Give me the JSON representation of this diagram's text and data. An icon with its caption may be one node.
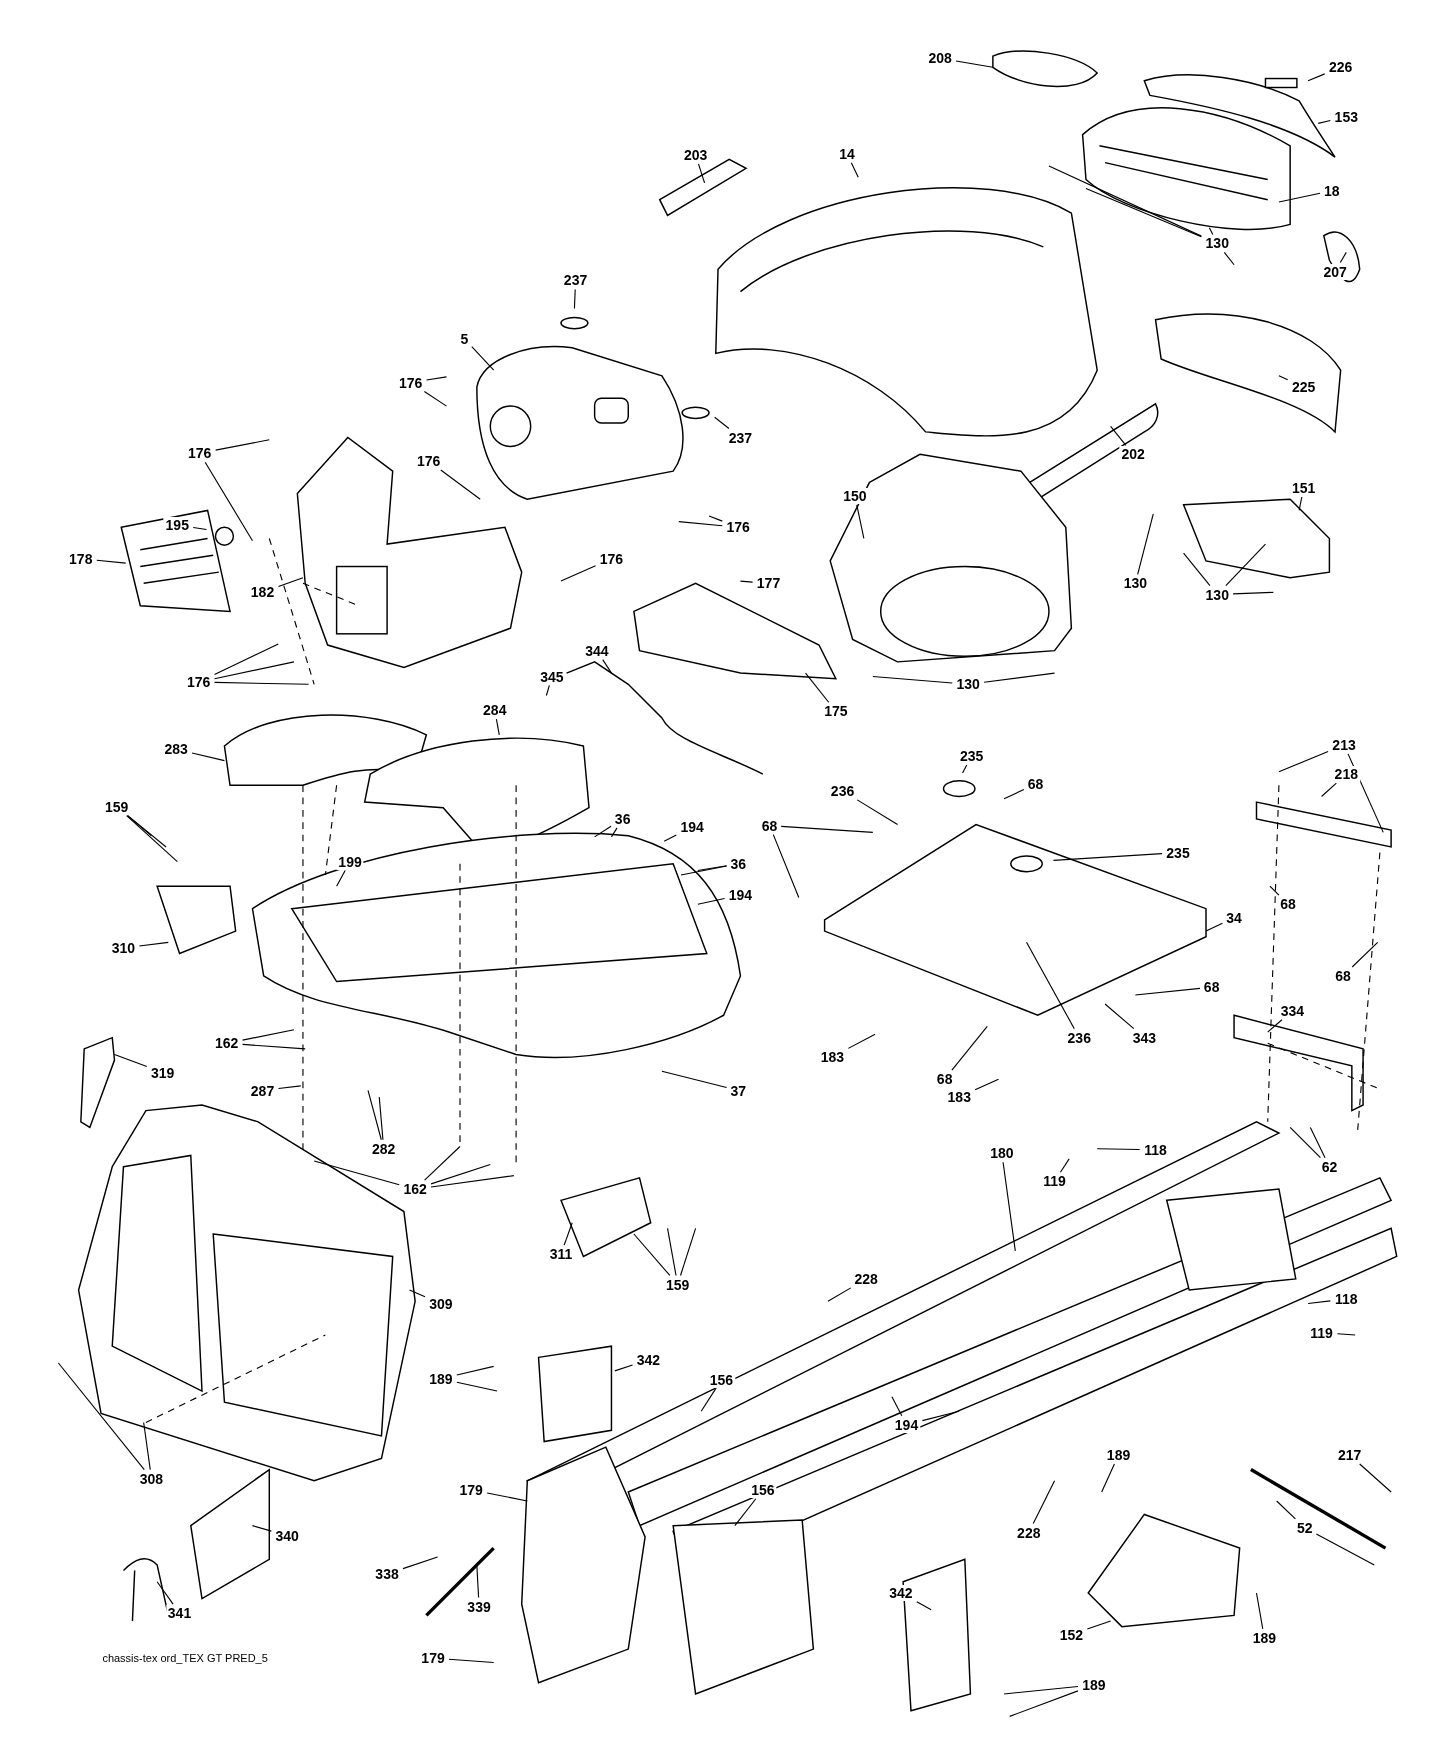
{
  "diagram": {
    "nodes": [
      {
        "text": [
          "208"
        ]
      },
      {
        "text": [
          "226"
        ]
      },
      {
        "text": [
          "153"
        ]
      },
      {
        "text": [
          "203"
        ]
      },
      {
        "text": [
          "14"
        ]
      },
      {
        "text": [
          "18"
        ]
      },
      {
        "text": [
          "130"
        ]
      },
      {
        "text": [
          "207"
        ]
      },
      {
        "text": [
          "237"
        ]
      },
      {
        "text": [
          "5"
        ]
      },
      {
        "text": [
          "176"
        ]
      },
      {
        "text": [
          "225"
        ]
      },
      {
        "text": [
          "237"
        ]
      },
      {
        "text": [
          "176"
        ]
      },
      {
        "text": [
          "202"
        ]
      },
      {
        "text": [
          "176"
        ]
      },
      {
        "text": [
          "150"
        ]
      },
      {
        "text": [
          "151"
        ]
      },
      {
        "text": [
          "195"
        ]
      },
      {
        "text": [
          "176"
        ]
      },
      {
        "text": [
          "178"
        ]
      },
      {
        "text": [
          "176"
        ]
      },
      {
        "text": [
          "130"
        ]
      },
      {
        "text": [
          "177"
        ]
      },
      {
        "text": [
          "182"
        ]
      },
      {
        "text": [
          "130"
        ]
      },
      {
        "text": [
          "344"
        ]
      },
      {
        "text": [
          "176"
        ]
      },
      {
        "text": [
          "345"
        ]
      },
      {
        "text": [
          "130"
        ]
      },
      {
        "text": [
          "175"
        ]
      },
      {
        "text": [
          "284"
        ]
      },
      {
        "text": [
          "213"
        ]
      },
      {
        "text": [
          "283"
        ]
      },
      {
        "text": [
          "235"
        ]
      },
      {
        "text": [
          "218"
        ]
      },
      {
        "text": [
          "68"
        ]
      },
      {
        "text": [
          "236"
        ]
      },
      {
        "text": [
          "159"
        ]
      },
      {
        "text": [
          "36"
        ]
      },
      {
        "text": [
          "194"
        ]
      },
      {
        "text": [
          "68"
        ]
      },
      {
        "text": [
          "235"
        ]
      },
      {
        "text": [
          "199"
        ]
      },
      {
        "text": [
          "36"
        ]
      },
      {
        "text": [
          "194"
        ]
      },
      {
        "text": [
          "68"
        ]
      },
      {
        "text": [
          "34"
        ]
      },
      {
        "text": [
          "310"
        ]
      },
      {
        "text": [
          "68"
        ]
      },
      {
        "text": [
          "68"
        ]
      },
      {
        "text": [
          "334"
        ]
      },
      {
        "text": [
          "236"
        ]
      },
      {
        "text": [
          "343"
        ]
      },
      {
        "text": [
          "162"
        ]
      },
      {
        "text": [
          "183"
        ]
      },
      {
        "text": [
          "319"
        ]
      },
      {
        "text": [
          "68"
        ]
      },
      {
        "text": [
          "287"
        ]
      },
      {
        "text": [
          "37"
        ]
      },
      {
        "text": [
          "183"
        ]
      },
      {
        "text": [
          "282"
        ]
      },
      {
        "text": [
          "118"
        ]
      },
      {
        "text": [
          "180"
        ]
      },
      {
        "text": [
          "62"
        ]
      },
      {
        "text": [
          "119"
        ]
      },
      {
        "text": [
          "162"
        ]
      },
      {
        "text": [
          "311"
        ]
      },
      {
        "text": [
          "228"
        ]
      },
      {
        "text": [
          "159"
        ]
      },
      {
        "text": [
          "118"
        ]
      },
      {
        "text": [
          "309"
        ]
      },
      {
        "text": [
          "119"
        ]
      },
      {
        "text": [
          "342"
        ]
      },
      {
        "text": [
          "189"
        ]
      },
      {
        "text": [
          "156"
        ]
      },
      {
        "text": [
          "194"
        ]
      },
      {
        "text": [
          "189"
        ]
      },
      {
        "text": [
          "217"
        ]
      },
      {
        "text": [
          "308"
        ]
      },
      {
        "text": [
          "179"
        ]
      },
      {
        "text": [
          "156"
        ]
      },
      {
        "text": [
          "52"
        ]
      },
      {
        "text": [
          "228"
        ]
      },
      {
        "text": [
          "340"
        ]
      },
      {
        "text": [
          "338"
        ]
      },
      {
        "text": [
          "342"
        ]
      },
      {
        "text": [
          "339"
        ]
      },
      {
        "text": [
          "341"
        ]
      },
      {
        "text": [
          "152"
        ]
      },
      {
        "text": [
          "189"
        ]
      },
      {
        "text": [
          "179"
        ]
      },
      {
        "text": [
          "189"
        ]
      }
    ],
    "edges": [
      {
        "from": 0,
        "to": null,
        "arrow": "none"
      },
      {
        "from": 1,
        "to": null,
        "arrow": "none"
      },
      {
        "from": 2,
        "to": null,
        "arrow": "none"
      },
      {
        "from": 3,
        "to": null,
        "arrow": "none"
      },
      {
        "from": 4,
        "to": null,
        "arrow": "none"
      },
      {
        "from": 5,
        "to": null,
        "arrow": "none"
      },
      {
        "from": 6,
        "to": null,
        "arrow": "none"
      },
      {
        "from": 6,
        "to": null,
        "arrow": "none"
      },
      {
        "from": 6,
        "to": null,
        "arrow": "none"
      },
      {
        "from": 6,
        "to": null,
        "arrow": "none"
      },
      {
        "from": 7,
        "to": null,
        "arrow": "none"
      },
      {
        "from": 8,
        "to": null,
        "arrow": "none"
      },
      {
        "from": 9,
        "to": null,
        "arrow": "none"
      },
      {
        "from": 10,
        "to": null,
        "arrow": "none"
      },
      {
        "from": 10,
        "to": null,
        "arrow": "none"
      },
      {
        "from": 11,
        "to": null,
        "arrow": "none"
      },
      {
        "from": 12,
        "to": null,
        "arrow": "none"
      },
      {
        "from": 13,
        "to": null,
        "arrow": "none"
      },
      {
        "from": 13,
        "to": null,
        "arrow": "none"
      },
      {
        "from": 14,
        "to": null,
        "arrow": "none"
      },
      {
        "from": 15,
        "to": null,
        "arrow": "none"
      },
      {
        "from": 16,
        "to": null,
        "arrow": "none"
      },
      {
        "from": 17,
        "to": null,
        "arrow": "none"
      },
      {
        "from": 18,
        "to": null,
        "arrow": "none"
      },
      {
        "from": 19,
        "to": null,
        "arrow": "none"
      },
      {
        "from": 19,
        "to": null,
        "arrow": "none"
      },
      {
        "from": 20,
        "to": null,
        "arrow": "none"
      },
      {
        "from": 21,
        "to": null,
        "arrow": "none"
      },
      {
        "from": 22,
        "to": null,
        "arrow": "none"
      },
      {
        "from": 23,
        "to": null,
        "arrow": "none"
      },
      {
        "from": 24,
        "to": null,
        "arrow": "none"
      },
      {
        "from": 25,
        "to": null,
        "arrow": "none"
      },
      {
        "from": 25,
        "to": null,
        "arrow": "none"
      },
      {
        "from": 25,
        "to": null,
        "arrow": "none"
      },
      {
        "from": 26,
        "to": null,
        "arrow": "none"
      },
      {
        "from": 27,
        "to": null,
        "arrow": "none"
      },
      {
        "from": 27,
        "to": null,
        "arrow": "none"
      },
      {
        "from": 27,
        "to": null,
        "arrow": "none"
      },
      {
        "from": 28,
        "to": null,
        "arrow": "none"
      },
      {
        "from": 29,
        "to": null,
        "arrow": "none"
      },
      {
        "from": 29,
        "to": null,
        "arrow": "none"
      },
      {
        "from": 30,
        "to": null,
        "arrow": "none"
      },
      {
        "from": 31,
        "to": null,
        "arrow": "none"
      },
      {
        "from": 32,
        "to": null,
        "arrow": "none"
      },
      {
        "from": 32,
        "to": null,
        "arrow": "none"
      },
      {
        "from": 33,
        "to": null,
        "arrow": "none"
      },
      {
        "from": 34,
        "to": null,
        "arrow": "none"
      },
      {
        "from": 35,
        "to": null,
        "arrow": "none"
      },
      {
        "from": 36,
        "to": null,
        "arrow": "none"
      },
      {
        "from": 37,
        "to": null,
        "arrow": "none"
      },
      {
        "from": 38,
        "to": null,
        "arrow": "none"
      },
      {
        "from": 38,
        "to": null,
        "arrow": "none"
      },
      {
        "from": 38,
        "to": null,
        "arrow": "none"
      },
      {
        "from": 39,
        "to": null,
        "arrow": "none"
      },
      {
        "from": 39,
        "to": null,
        "arrow": "none"
      },
      {
        "from": 40,
        "to": null,
        "arrow": "none"
      },
      {
        "from": 41,
        "to": null,
        "arrow": "none"
      },
      {
        "from": 41,
        "to": null,
        "arrow": "none"
      },
      {
        "from": 42,
        "to": null,
        "arrow": "none"
      },
      {
        "from": 43,
        "to": null,
        "arrow": "none"
      },
      {
        "from": 44,
        "to": null,
        "arrow": "none"
      },
      {
        "from": 44,
        "to": null,
        "arrow": "none"
      },
      {
        "from": 45,
        "to": null,
        "arrow": "none"
      },
      {
        "from": 46,
        "to": null,
        "arrow": "none"
      },
      {
        "from": 47,
        "to": null,
        "arrow": "none"
      },
      {
        "from": 48,
        "to": null,
        "arrow": "none"
      },
      {
        "from": 49,
        "to": null,
        "arrow": "none"
      },
      {
        "from": 50,
        "to": null,
        "arrow": "none"
      },
      {
        "from": 51,
        "to": null,
        "arrow": "none"
      },
      {
        "from": 52,
        "to": null,
        "arrow": "none"
      },
      {
        "from": 53,
        "to": null,
        "arrow": "none"
      },
      {
        "from": 54,
        "to": null,
        "arrow": "none"
      },
      {
        "from": 54,
        "to": null,
        "arrow": "none"
      },
      {
        "from": 55,
        "to": null,
        "arrow": "none"
      },
      {
        "from": 56,
        "to": null,
        "arrow": "none"
      },
      {
        "from": 57,
        "to": null,
        "arrow": "none"
      },
      {
        "from": 58,
        "to": null,
        "arrow": "none"
      },
      {
        "from": 59,
        "to": null,
        "arrow": "none"
      },
      {
        "from": 60,
        "to": null,
        "arrow": "none"
      },
      {
        "from": 61,
        "to": null,
        "arrow": "none"
      },
      {
        "from": 61,
        "to": null,
        "arrow": "none"
      },
      {
        "from": 62,
        "to": null,
        "arrow": "none"
      },
      {
        "from": 63,
        "to": null,
        "arrow": "none"
      },
      {
        "from": 64,
        "to": null,
        "arrow": "none"
      },
      {
        "from": 64,
        "to": null,
        "arrow": "none"
      },
      {
        "from": 65,
        "to": null,
        "arrow": "none"
      },
      {
        "from": 66,
        "to": null,
        "arrow": "none"
      },
      {
        "from": 66,
        "to": null,
        "arrow": "none"
      },
      {
        "from": 66,
        "to": null,
        "arrow": "none"
      },
      {
        "from": 66,
        "to": null,
        "arrow": "none"
      },
      {
        "from": 67,
        "to": null,
        "arrow": "none"
      },
      {
        "from": 68,
        "to": null,
        "arrow": "none"
      },
      {
        "from": 69,
        "to": null,
        "arrow": "none"
      },
      {
        "from": 69,
        "to": null,
        "arrow": "none"
      },
      {
        "from": 69,
        "to": null,
        "arrow": "none"
      },
      {
        "from": 70,
        "to": null,
        "arrow": "none"
      },
      {
        "from": 71,
        "to": null,
        "arrow": "none"
      },
      {
        "from": 72,
        "to": null,
        "arrow": "none"
      },
      {
        "from": 73,
        "to": null,
        "arrow": "none"
      },
      {
        "from": 74,
        "to": null,
        "arrow": "none"
      },
      {
        "from": 74,
        "to": null,
        "arrow": "none"
      },
      {
        "from": 75,
        "to": null,
        "arrow": "none"
      },
      {
        "from": 76,
        "to": null,
        "arrow": "none"
      },
      {
        "from": 76,
        "to": null,
        "arrow": "none"
      },
      {
        "from": 77,
        "to": null,
        "arrow": "none"
      },
      {
        "from": 78,
        "to": null,
        "arrow": "none"
      },
      {
        "from": 79,
        "to": null,
        "arrow": "none"
      },
      {
        "from": 79,
        "to": null,
        "arrow": "none"
      },
      {
        "from": 80,
        "to": null,
        "arrow": "none"
      },
      {
        "from": 81,
        "to": null,
        "arrow": "none"
      },
      {
        "from": 82,
        "to": null,
        "arrow": "none"
      },
      {
        "from": 82,
        "to": null,
        "arrow": "none"
      },
      {
        "from": 83,
        "to": null,
        "arrow": "none"
      },
      {
        "from": 84,
        "to": null,
        "arrow": "none"
      },
      {
        "from": 85,
        "to": null,
        "arrow": "none"
      },
      {
        "from": 86,
        "to": null,
        "arrow": "none"
      },
      {
        "from": 87,
        "to": null,
        "arrow": "none"
      },
      {
        "from": 88,
        "to": null,
        "arrow": "none"
      },
      {
        "from": 89,
        "to": null,
        "arrow": "none"
      },
      {
        "from": 90,
        "to": null,
        "arrow": "none"
      },
      {
        "from": 91,
        "to": null,
        "arrow": "none"
      },
      {
        "from": 92,
        "to": null,
        "arrow": "none"
      },
      {
        "from": 92,
        "to": null,
        "arrow": "none"
      }
    ],
    "labels": [
      "chassis-tex ord_TEX GT PRED_5"
    ]
  }
}
